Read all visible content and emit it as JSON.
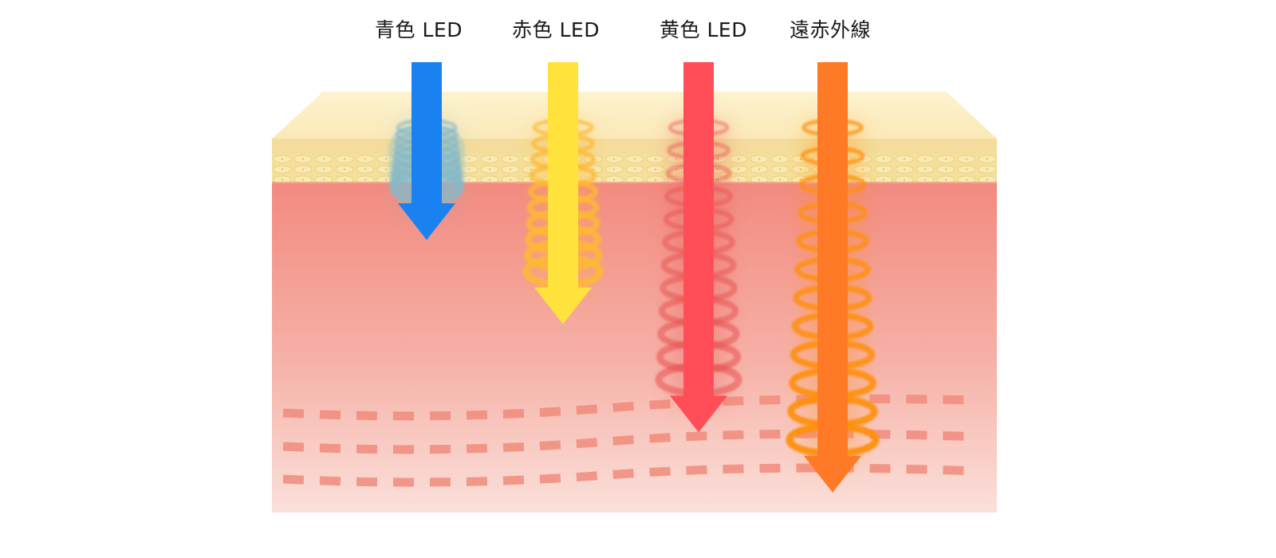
{
  "beams": [
    {
      "label": "青色 LED",
      "color": "#1a82f0",
      "depth": 0.32
    },
    {
      "label": "赤色 LED",
      "color": "#ffe23c",
      "depth": 0.53
    },
    {
      "label": "黄色 LED",
      "color": "#ff4e58",
      "depth": 0.8
    },
    {
      "label": "遠赤外線",
      "color": "#ff7a26",
      "depth": 0.95
    }
  ]
}
